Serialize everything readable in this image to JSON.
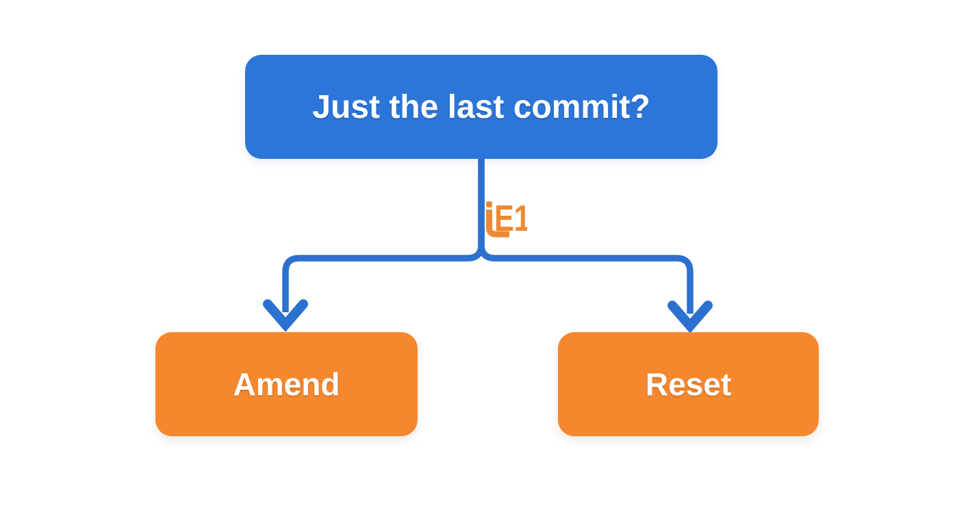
{
  "diagram": {
    "type": "flowchart",
    "root": {
      "label": "Just the last commit?",
      "fill_color": "#2d76d9",
      "text_color": "#ffffff"
    },
    "connector": {
      "label": "E1",
      "line_color": "#2b71d0",
      "label_color": "#ed8a30"
    },
    "branches": [
      {
        "label": "Amend",
        "fill_color": "#f5882f",
        "text_color": "#ffffff"
      },
      {
        "label": "Reset",
        "fill_color": "#f5882f",
        "text_color": "#ffffff"
      }
    ]
  }
}
